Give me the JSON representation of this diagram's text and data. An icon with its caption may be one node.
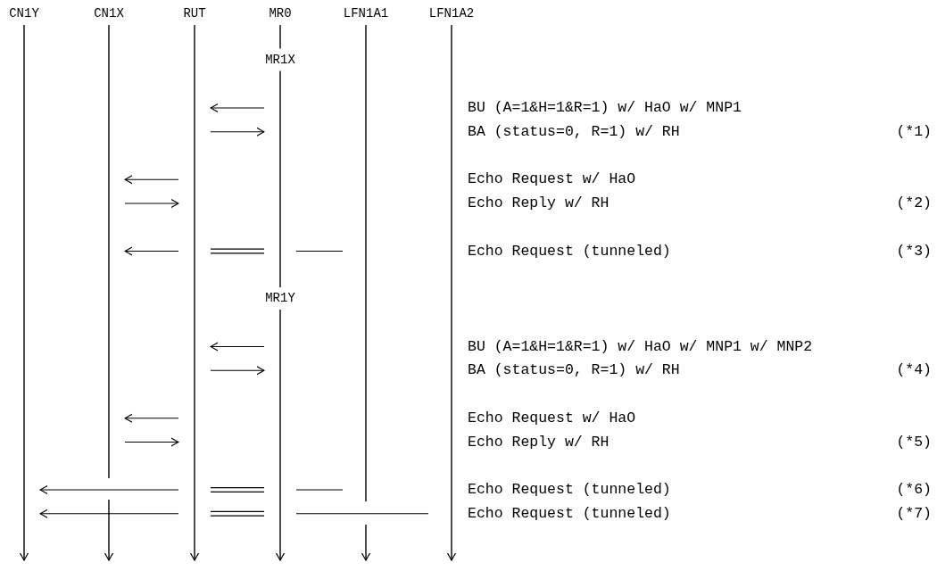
{
  "diagram": {
    "nodes": [
      {
        "text": [
          "CN1Y"
        ]
      },
      {
        "text": [
          "CN1X"
        ]
      },
      {
        "text": [
          "RUT"
        ]
      },
      {
        "text": [
          "MR0",
          "MR1X",
          "MR1Y"
        ]
      },
      {
        "text": [
          "LFN1A1"
        ]
      },
      {
        "text": [
          "LFN1A2"
        ]
      }
    ],
    "edges": [
      {
        "from": 3,
        "to": 2,
        "arrow": "to"
      },
      {
        "from": 2,
        "to": 3,
        "arrow": "to"
      },
      {
        "from": 2,
        "to": 1,
        "arrow": "to"
      },
      {
        "from": 1,
        "to": 2,
        "arrow": "to"
      },
      {
        "from": 4,
        "to": 3,
        "arrow": "none"
      },
      {
        "from": 3,
        "to": 2,
        "arrow": "none",
        "style": "thick"
      },
      {
        "from": 2,
        "to": 1,
        "arrow": "to"
      },
      {
        "from": 3,
        "to": 2,
        "arrow": "to"
      },
      {
        "from": 2,
        "to": 3,
        "arrow": "to"
      },
      {
        "from": 2,
        "to": 1,
        "arrow": "to"
      },
      {
        "from": 1,
        "to": 2,
        "arrow": "to"
      },
      {
        "from": 4,
        "to": 3,
        "arrow": "none"
      },
      {
        "from": 3,
        "to": 2,
        "arrow": "none",
        "style": "thick"
      },
      {
        "from": 2,
        "to": 0,
        "arrow": "to"
      },
      {
        "from": 5,
        "to": 3,
        "arrow": "none"
      },
      {
        "from": 3,
        "to": 2,
        "arrow": "none",
        "style": "thick"
      },
      {
        "from": 2,
        "to": 0,
        "arrow": "to"
      }
    ],
    "labels": [
      "BU (A=1&H=1&R=1) w/ HaO w/ MNP1",
      "BA (status=0, R=1) w/ RH",
      "(*1)",
      "Echo Request w/ HaO",
      "Echo Reply w/ RH",
      "(*2)",
      "Echo Request (tunneled)",
      "(*3)",
      "BU (A=1&H=1&R=1) w/ HaO w/ MNP1 w/ MNP2",
      "BA (status=0, R=1) w/ RH",
      "(*4)",
      "Echo Request w/ HaO",
      "Echo Reply w/ RH",
      "(*5)",
      "Echo Request (tunneled)",
      "(*6)",
      "Echo Request (tunneled)",
      "(*7)"
    ]
  }
}
